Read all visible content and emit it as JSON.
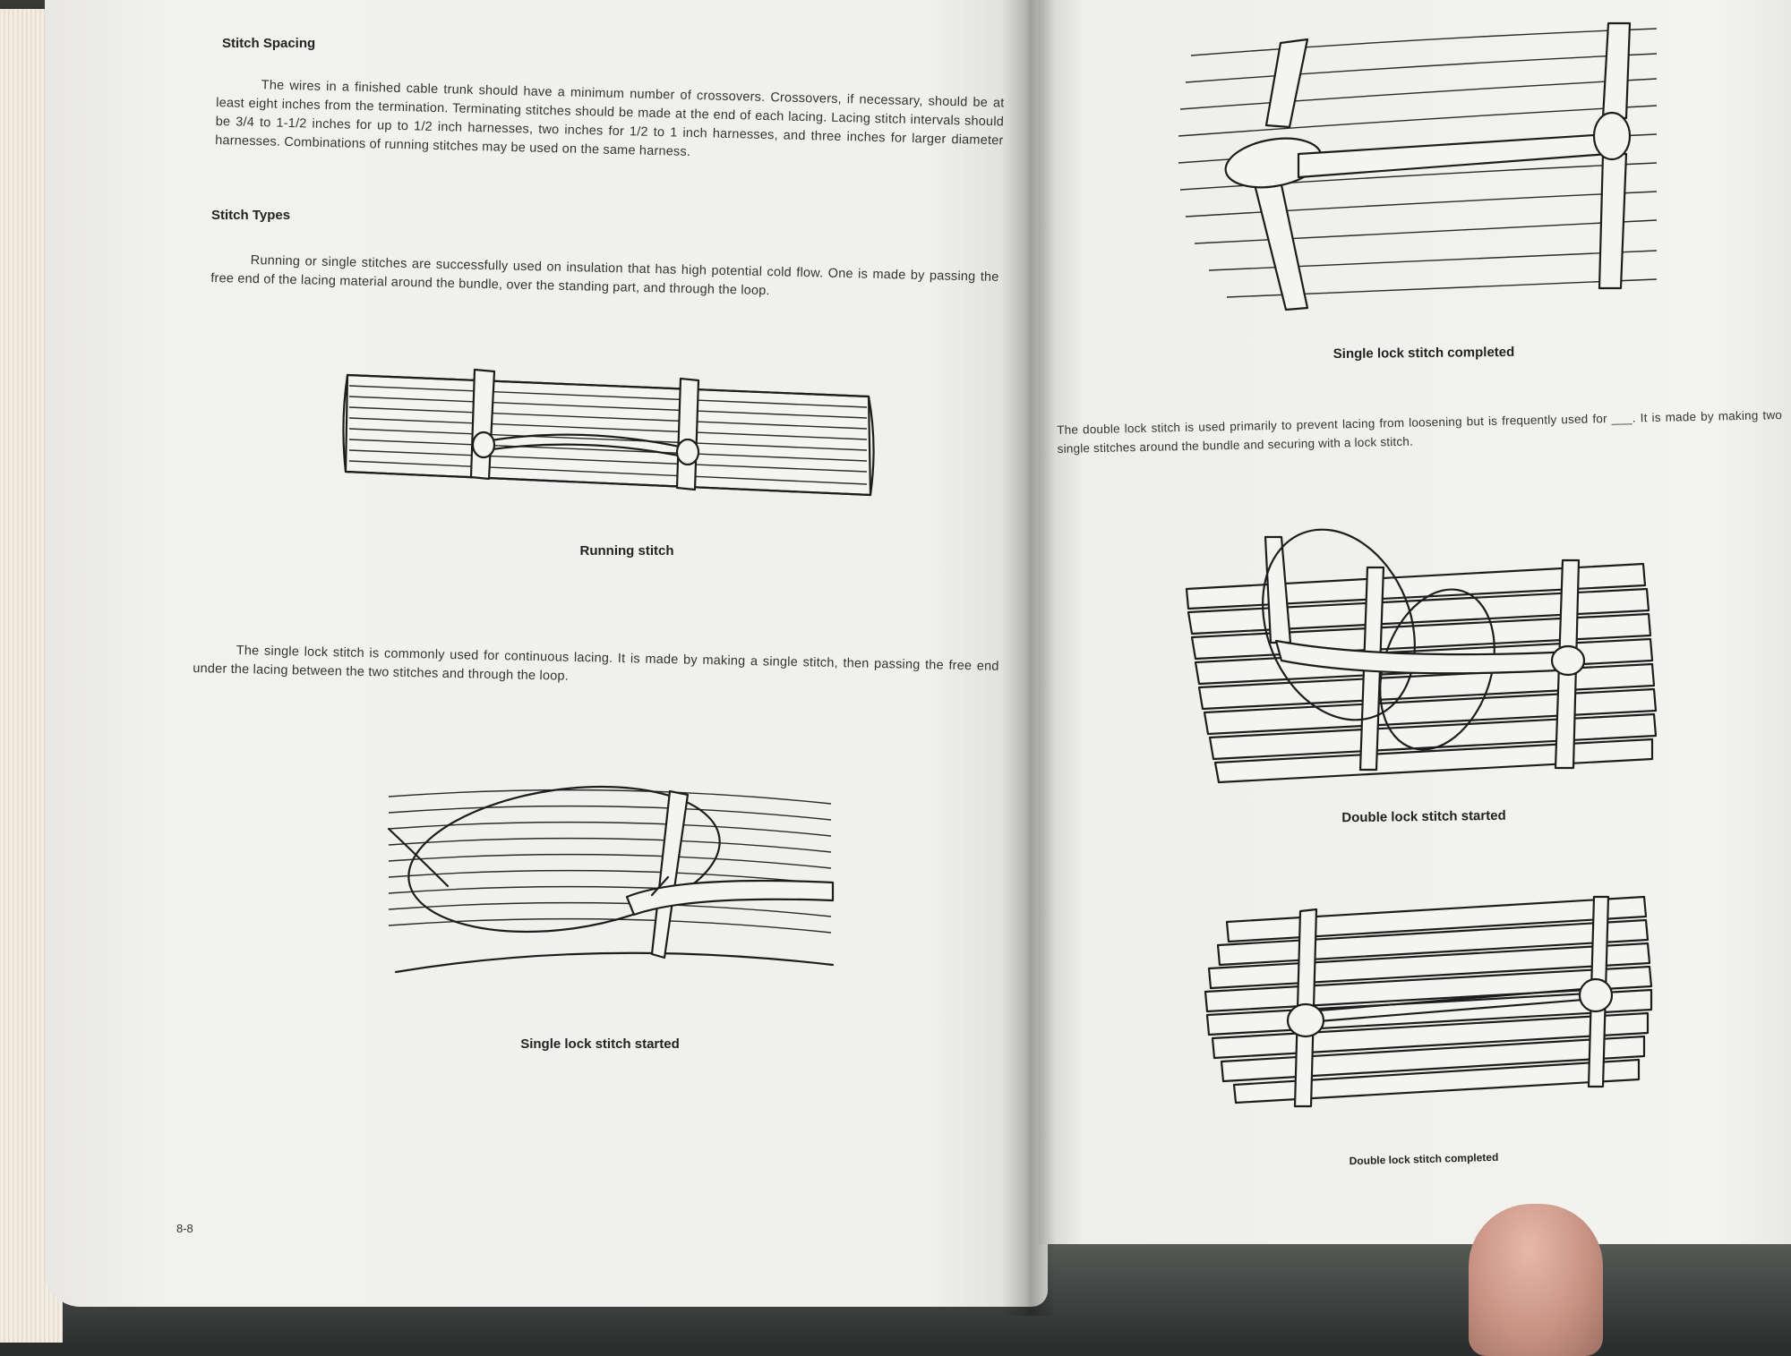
{
  "left_page": {
    "heading_spacing": "Stitch Spacing",
    "paragraph_spacing": "The wires in a finished cable trunk should have a minimum number of crossovers. Crossovers, if necessary, should be at least eight inches from the termination. Terminating stitches should be made at the end of each lacing. Lacing stitch intervals should be 3/4 to 1-1/2 inches for up to 1/2 inch harnesses, two inches for 1/2 to 1 inch harnesses, and three inches for larger diameter harnesses. Combinations of running stitches may be used on the same harness.",
    "heading_types": "Stitch Types",
    "paragraph_running": "Running or single stitches are successfully used on insulation that has high potential cold flow. One is made by passing the free end of the lacing material around the bundle, over the standing part, and through the loop.",
    "caption_running": "Running stitch",
    "paragraph_single_lock": "The single lock stitch is commonly used for continuous lacing. It is made by making a single stitch, then passing the free end under the lacing between the two stitches and through the loop.",
    "caption_single_started": "Single lock stitch started",
    "page_number": "8-8"
  },
  "right_page": {
    "caption_single_completed": "Single lock stitch completed",
    "paragraph_double_lock": "The double lock stitch is used primarily to prevent lacing from loosening but is frequently used for ___. It is made by making two single stitches around the bundle and securing with a lock stitch.",
    "caption_double_started": "Double lock stitch started",
    "caption_double_completed": "Double lock stitch completed"
  }
}
